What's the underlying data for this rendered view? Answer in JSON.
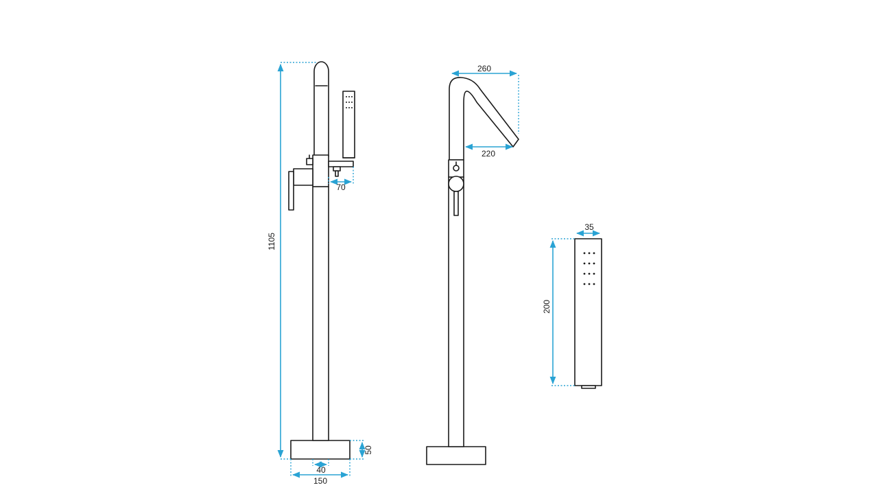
{
  "colors": {
    "dimension": "#2aa3d4",
    "outline": "#1a1a1a",
    "background": "#ffffff"
  },
  "dimensions": {
    "total_height": "1105",
    "spout_reach": "70",
    "base_height": "50",
    "pipe_width": "40",
    "base_width": "150",
    "gooseneck_outer": "260",
    "gooseneck_inner": "220",
    "handshower_width": "35",
    "handshower_length": "200"
  }
}
